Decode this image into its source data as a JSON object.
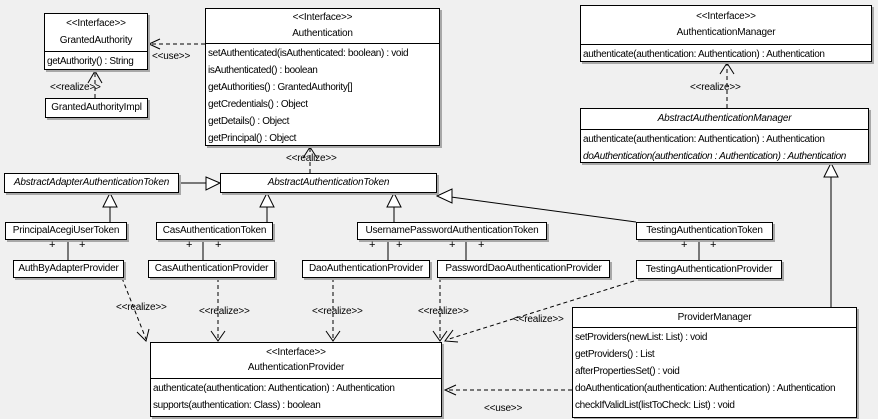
{
  "colors": {
    "background": "#f0f0f0",
    "box_fill": "#ffffff",
    "border": "#000000",
    "shadow": "#a8a8a8"
  },
  "classes": [
    {
      "id": "granted-authority",
      "stereotype": "<<Interface>>",
      "name": "GrantedAuthority",
      "abstract": false,
      "methods": [
        {
          "text": "getAuthority() : String"
        }
      ]
    },
    {
      "id": "granted-authority-impl",
      "name": "GrantedAuthorityImpl",
      "abstract": false,
      "methods": []
    },
    {
      "id": "authentication",
      "stereotype": "<<Interface>>",
      "name": "Authentication",
      "abstract": false,
      "methods": [
        {
          "text": "setAuthenticated(isAuthenticated: boolean) : void"
        },
        {
          "text": "isAuthenticated() : boolean"
        },
        {
          "text": "getAuthorities() : GrantedAuthority[]"
        },
        {
          "text": "getCredentials() : Object"
        },
        {
          "text": "getDetails() : Object"
        },
        {
          "text": "getPrincipal() : Object"
        }
      ]
    },
    {
      "id": "authentication-manager",
      "stereotype": "<<Interface>>",
      "name": "AuthenticationManager",
      "abstract": false,
      "methods": [
        {
          "text": "authenticate(authentication: Authentication) : Authentication"
        }
      ]
    },
    {
      "id": "abstract-authentication-manager",
      "name": "AbstractAuthenticationManager",
      "abstract": true,
      "methods": [
        {
          "text": "authenticate(authentication: Authentication) : Authentication"
        },
        {
          "text": "doAuthentication(authentication : Authentication) : Authentication",
          "italic": true
        }
      ]
    },
    {
      "id": "abstract-adapter-authentication-token",
      "name": "AbstractAdapterAuthenticationToken",
      "abstract": true,
      "methods": []
    },
    {
      "id": "abstract-authentication-token",
      "name": "AbstractAuthenticationToken",
      "abstract": true,
      "methods": []
    },
    {
      "id": "principal-acegi-user-token",
      "name": "PrincipalAcegiUserToken",
      "abstract": false,
      "methods": []
    },
    {
      "id": "cas-authentication-token",
      "name": "CasAuthenticationToken",
      "abstract": false,
      "methods": []
    },
    {
      "id": "username-password-authentication-token",
      "name": "UsernamePasswordAuthenticationToken",
      "abstract": false,
      "methods": []
    },
    {
      "id": "testing-authentication-token",
      "name": "TestingAuthenticationToken",
      "abstract": false,
      "methods": []
    },
    {
      "id": "auth-by-adapter-provider",
      "name": "AuthByAdapterProvider",
      "abstract": false,
      "methods": []
    },
    {
      "id": "cas-authentication-provider",
      "name": "CasAuthenticationProvider",
      "abstract": false,
      "methods": []
    },
    {
      "id": "dao-authentication-provider",
      "name": "DaoAuthenticationProvider",
      "abstract": false,
      "methods": []
    },
    {
      "id": "password-dao-authentication-provider",
      "name": "PasswordDaoAuthenticationProvider",
      "abstract": false,
      "methods": []
    },
    {
      "id": "testing-authentication-provider",
      "name": "TestingAuthenticationProvider",
      "abstract": false,
      "methods": []
    },
    {
      "id": "authentication-provider",
      "stereotype": "<<Interface>>",
      "name": "AuthenticationProvider",
      "abstract": false,
      "methods": [
        {
          "text": "authenticate(authentication: Authentication) : Authentication"
        },
        {
          "text": "supports(authentication: Class) : boolean"
        }
      ]
    },
    {
      "id": "provider-manager",
      "name": "ProviderManager",
      "abstract": false,
      "methods": [
        {
          "text": "setProviders(newList: List) : void"
        },
        {
          "text": "getProviders() : List"
        },
        {
          "text": "afterPropertiesSet() : void"
        },
        {
          "text": "doAuthentication(authentication: Authentication) : Authentication"
        },
        {
          "text": "checkIfValidList(listToCheck: List) : void"
        }
      ]
    }
  ],
  "edge_labels": [
    {
      "id": "use-granted-authority",
      "text": "<<use>>"
    },
    {
      "id": "realize-granted-authority",
      "text": "<<realize>>"
    },
    {
      "id": "realize-authentication-manager",
      "text": "<<realize>>"
    },
    {
      "id": "realize-authentication",
      "text": "<<realize>>"
    },
    {
      "id": "realize-auth-by-adapter",
      "text": "<<realize>>"
    },
    {
      "id": "realize-cas-provider",
      "text": "<<realize>>"
    },
    {
      "id": "realize-dao-provider",
      "text": "<<realize>>"
    },
    {
      "id": "realize-password-dao-provider",
      "text": "<<realize>>"
    },
    {
      "id": "realize-testing-provider",
      "text": "<<realize>>"
    },
    {
      "id": "use-provider-manager",
      "text": "<<use>>"
    }
  ],
  "multiplicity_marks": [
    {
      "id": "m1",
      "text": "+"
    },
    {
      "id": "m2",
      "text": "+"
    },
    {
      "id": "m3",
      "text": "+"
    },
    {
      "id": "m4",
      "text": "+"
    },
    {
      "id": "m5",
      "text": "+"
    },
    {
      "id": "m6",
      "text": "+"
    },
    {
      "id": "m7",
      "text": "+"
    },
    {
      "id": "m8",
      "text": "+"
    },
    {
      "id": "m9",
      "text": "+"
    },
    {
      "id": "m10",
      "text": "+"
    }
  ]
}
